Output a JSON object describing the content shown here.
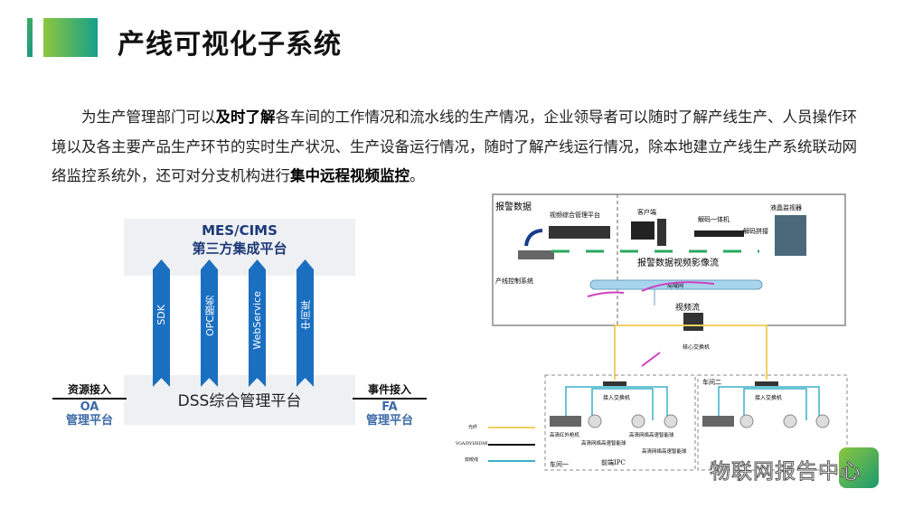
{
  "header": {
    "title": "产线可视化子系统"
  },
  "body": {
    "p1_a": "为生产管理部门可以",
    "p1_bold": "及时了解",
    "p1_b": "各车间的工作情况和流水线的生产情况，企业领导者可以随时了解产线生产、人员操作环境以及各主要产品生产环节的实时生产状况、生产设备运行情况，随时了解产线运行情况，除本地建立产线生产系统联动网络监控系统外，还可对分支机构进行",
    "p1_bold2": "集中远程视频监控",
    "p1_end": "。"
  },
  "left_diagram": {
    "top_title": "MES/CIMS",
    "top_subtitle": "第三方集成平台",
    "arrows": [
      "SDK",
      "OPC服务",
      "WebService",
      "中间库"
    ],
    "bottom_title": "DSS综合管理平台",
    "left_in": {
      "label": "资源接入",
      "name": "OA",
      "sub": "管理平台"
    },
    "right_in": {
      "label": "事件接入",
      "name": "FA",
      "sub": "管理平台"
    }
  },
  "right_diagram": {
    "alarm_data": "报警数据",
    "video_platform": "视频综合管理平台",
    "client": "客户端",
    "decoder": "解码一体机",
    "decode_splice": "解码拼接",
    "lcd": "液晶监视器",
    "flow_label": "报警数据视频影像流",
    "line_control": "产线控制系统",
    "lan": "局域网",
    "video_stream": "视频流",
    "core_switch": "核心交换机",
    "access_switch": "接入交换机",
    "cams": [
      "高清红外枪机",
      "高清网络高速智能球",
      "高清网络高速智能球",
      "高清网络高速智能球"
    ],
    "workshop1": "车间一",
    "workshop2": "车间二",
    "front_ipc": "前端IPC",
    "legend": [
      "光纤",
      "VGA/DVI/HDMI",
      "双绞线"
    ],
    "colors": {
      "fiber": "#f0d060",
      "vga": "#111111",
      "twisted": "#3ab0c8",
      "lan": "#a8d4ee",
      "flow": "#2aa860",
      "magenta": "#d040c0"
    }
  },
  "watermark": {
    "text": "物联网报告中心"
  }
}
